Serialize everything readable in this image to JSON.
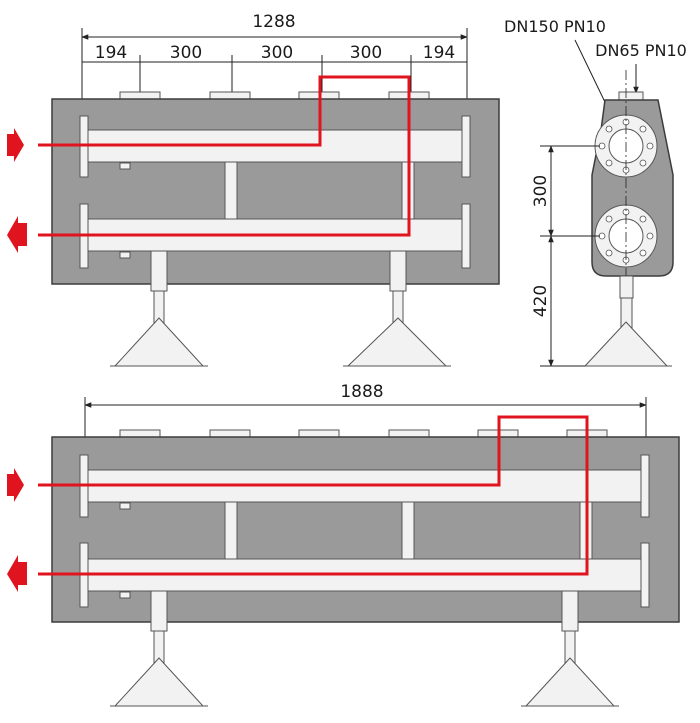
{
  "colors": {
    "body": "#9a9a9a",
    "body_stroke": "#3c3c3c",
    "pipe_fill": "#f2f2f2",
    "pipe_stroke": "#555555",
    "flow": "#e0141e",
    "line": "#222222"
  },
  "top_view": {
    "overall_length": "1288",
    "segments": [
      "194",
      "300",
      "300",
      "300",
      "194"
    ]
  },
  "bottom_view": {
    "overall_length": "1888"
  },
  "side_view": {
    "label_large": "DN150 PN10",
    "label_small": "DN65 PN10",
    "spacing": "300",
    "height": "420"
  },
  "icons": [
    "arrow-in-icon",
    "arrow-out-icon"
  ]
}
